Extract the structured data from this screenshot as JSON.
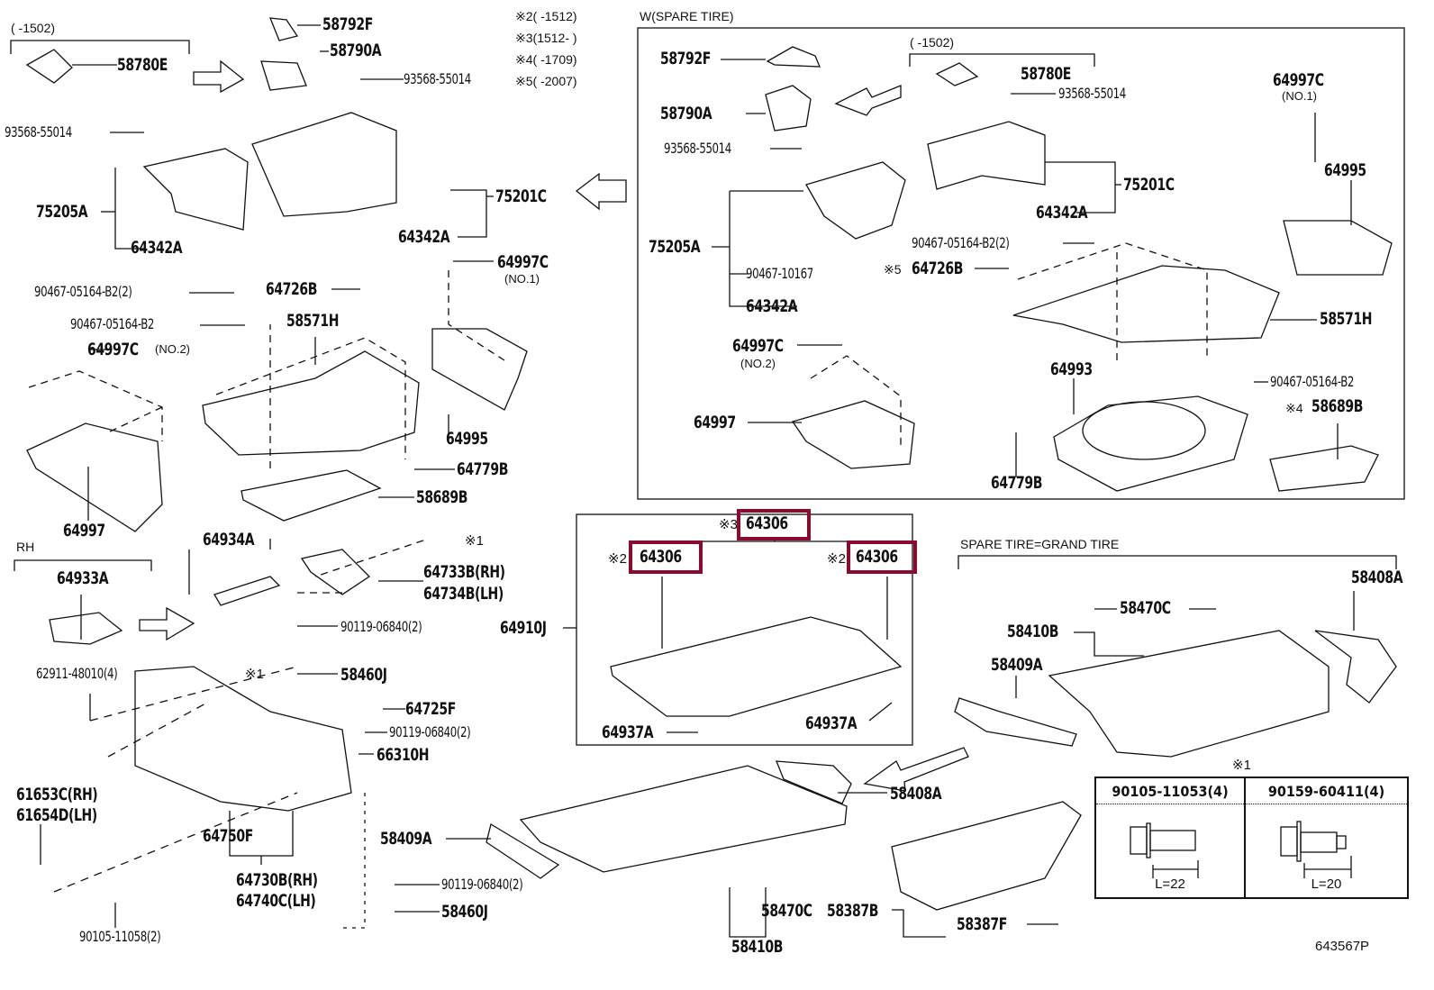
{
  "diagram": {
    "id": "643567P",
    "legend": [
      {
        "mark": "※2",
        "range": "(      -1512)"
      },
      {
        "mark": "※3",
        "range": "(1512-      )"
      },
      {
        "mark": "※4",
        "range": "(      -1709)"
      },
      {
        "mark": "※5",
        "range": "(      -2007)"
      }
    ],
    "groups": {
      "spare_tire_w": "W(SPARE TIRE)",
      "spare_tire_grand": "SPARE TIRE=GRAND TIRE",
      "rh": "RH",
      "range_1502_left": "(      -1502)",
      "range_1502_right": "(      -1502)"
    },
    "highlight_color": "#8b0a2e",
    "left_top": {
      "p58792F": "58792F",
      "p58790A": "58790A",
      "p58780E": "58780E",
      "p93568a": "93568-55014",
      "p93568b": "93568-55014",
      "p75205A": "75205A",
      "p64342A_1": "64342A",
      "p64342A_2": "64342A",
      "p75201C": "75201C",
      "p64997C_no1": "64997C",
      "no1": "(NO.1)"
    },
    "left_mid": {
      "p90467_2": "90467-05164-B2(2)",
      "p90467": "90467-05164-B2",
      "p64726B": "64726B",
      "p58571H": "58571H",
      "p64997C_no2": "64997C",
      "no2": "(NO.2)",
      "p64995": "64995",
      "p64997": "64997",
      "p64779B": "64779B",
      "p58689B": "58689B"
    },
    "right_top": {
      "p58792F": "58792F",
      "p58780E": "58780E",
      "p93568a": "93568-55014",
      "p58790A": "58790A",
      "p93568b": "93568-55014",
      "p64997C_no1": "64997C",
      "no1": "(NO.1)",
      "p64995": "64995",
      "p75201C": "75201C",
      "p64342A_1": "64342A",
      "p75205A": "75205A",
      "p90467_2": "90467-05164-B2(2)",
      "p90467_10167": "90467-10167",
      "mark5": "※5",
      "p64726B": "64726B",
      "p64342A_2": "64342A",
      "p58571H": "58571H",
      "p64997C_no2": "64997C",
      "no2": "(NO.2)",
      "p64993": "64993",
      "p90467": "90467-05164-B2",
      "p64997": "64997",
      "mark4": "※4",
      "p58689B": "58689B",
      "p64779B": "64779B"
    },
    "tonneau": {
      "p64910J": "64910J",
      "top": {
        "mark": "※3",
        "part": "64306"
      },
      "left": {
        "mark": "※2",
        "part": "64306"
      },
      "right": {
        "mark": "※2",
        "part": "64306"
      },
      "p64937A_l": "64937A",
      "p64937A_r": "64937A"
    },
    "left_bottom": {
      "p64934A": "64934A",
      "mark1a": "※1",
      "mark1b": "※1",
      "p64933A": "64933A",
      "p64733B": "64733B(RH)",
      "p64734B": "64734B(LH)",
      "p90119a": "90119-06840(2)",
      "p58460J_a": "58460J",
      "p62911": "62911-48010(4)",
      "p64725F": "64725F",
      "p90119b": "90119-06840(2)",
      "p66310H": "66310H",
      "p61653C": "61653C(RH)",
      "p61654D": "61654D(LH)",
      "p64750F": "64750F",
      "p64730B": "64730B(RH)",
      "p64740C": "64740C(LH)",
      "p90105_11058": "90105-11058(2)",
      "p90119c": "90119-06840(2)",
      "p58460J_b": "58460J"
    },
    "bottom_center": {
      "p58409A": "58409A",
      "p58408A": "58408A",
      "p58470C": "58470C",
      "p58410B": "58410B",
      "p58387B": "58387B",
      "p58387F": "58387F"
    },
    "grand_tire": {
      "p58408A": "58408A",
      "p58470C": "58470C",
      "p58410B": "58410B",
      "p58409A": "58409A"
    },
    "fastener_table": {
      "mark": "※1",
      "columns": [
        {
          "part": "90105-11053(4)",
          "length": "L=22"
        },
        {
          "part": "90159-60411(4)",
          "length": "L=20"
        }
      ]
    }
  }
}
